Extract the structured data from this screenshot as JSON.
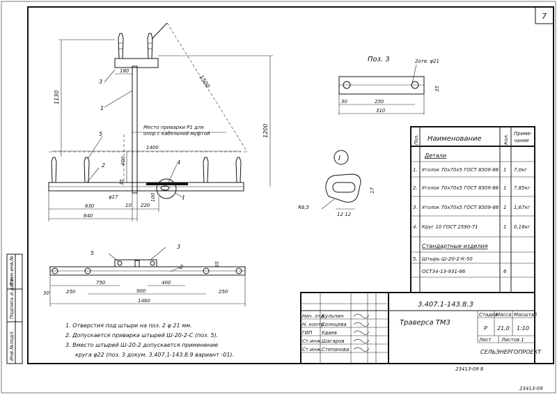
{
  "sheet": {
    "page_number": "7",
    "side_stamps": [
      "Инв.№подл.",
      "Подпись и дата",
      "Взам.инв.№"
    ],
    "bottom_code": "23413-09  8",
    "corner_code": "23413-09"
  },
  "drawing": {
    "dims": {
      "d1130": "1130",
      "d1500": "1500",
      "d1200": "1200",
      "d180": "180",
      "d1400": "1400",
      "d400": "400",
      "d35": "35",
      "d100": "100",
      "d10": "10",
      "d220": "220",
      "d630": "630",
      "d640": "640",
      "d17": "φ17",
      "label_I": "I"
    },
    "leaders": {
      "p3": "3",
      "p1": "1",
      "p5": "5",
      "p2": "2",
      "p4": "4"
    },
    "weld_note_line1": "Место приварки Р1 для",
    "weld_note_line2": "опор с кабельной муфтой"
  },
  "plan": {
    "leaders": {
      "p5": "5",
      "p3": "3",
      "p2": "2"
    },
    "dims": {
      "d35": "35",
      "d750": "750",
      "d900": "900",
      "d400": "400",
      "d30": "30",
      "d250a": "250",
      "d250b": "250",
      "d1460": "1460"
    }
  },
  "pos3": {
    "title": "Поз. 3",
    "hole_note": "2отв. φ21",
    "dims": {
      "d30": "30",
      "d250": "250",
      "d310": "310",
      "d35": "35"
    }
  },
  "detail": {
    "marker": "I",
    "dims": {
      "d17": "17",
      "r8": "R8,5",
      "d12": "12 12"
    }
  },
  "spec_table": {
    "headers": {
      "pos": "Поз.",
      "name": "Наименование",
      "qty": "Кол.",
      "note": "Приме-\nчание"
    },
    "section_details": "Детали",
    "rows": [
      {
        "pos": "1.",
        "name": "Уголок 70х70х5 ГОСТ 8509-86",
        "qty": "1",
        "note": "7,0кг"
      },
      {
        "pos": "2.",
        "name": "Уголок 70х70х5 ГОСТ 8509-86",
        "qty": "1",
        "note": "7,85кг"
      },
      {
        "pos": "3.",
        "name": "Уголок 70х70х5 ГОСТ 8509-86",
        "qty": "1",
        "note": "1,67кг"
      },
      {
        "pos": "4.",
        "name": "Круг 10  ГОСТ 2590-71",
        "qty": "1",
        "note": "0,18кг"
      }
    ],
    "section_standard": "Стандартные изделия",
    "std_row": {
      "pos": "5.",
      "name_line1": "Штырь Ш-20-2-К-50",
      "name_line2": "ОСТ34-13-931-86",
      "qty": "6",
      "note": ""
    }
  },
  "notes": [
    "1. Отверстия под штыри на поз. 2  φ 21 мм.",
    "2. Допускается приварка штырей  Ш-20-2-С (поз. 5).",
    "3. Вместо штырей Ш-20-2 допускается применение",
    "круга φ22 (поз. 3 докум. 3.407.1-143.8.9 вариант -01)."
  ],
  "title_block": {
    "doc_code": "3.407.1-143.8.3",
    "title": "Траверса  ТМ3",
    "stage_label": "Стадия",
    "mass_label": "Масса",
    "scale_label": "Масштаб",
    "stage": "Р",
    "mass": "21,0",
    "scale": "1:10",
    "sheet_label": "Лист",
    "sheets_label": "Листов 1",
    "org": "СЕЛЬЭНЕРГОПРОЕКТ",
    "signers": [
      {
        "role": "Нач. отд.",
        "name": "Кульпин"
      },
      {
        "role": "Н. контр.",
        "name": "Солнцева"
      },
      {
        "role": "ГИП",
        "name": "Удаев"
      },
      {
        "role": "Ст.инж.",
        "name": "Шагаров"
      },
      {
        "role": "Ст.инж.",
        "name": "Степанова"
      }
    ]
  }
}
